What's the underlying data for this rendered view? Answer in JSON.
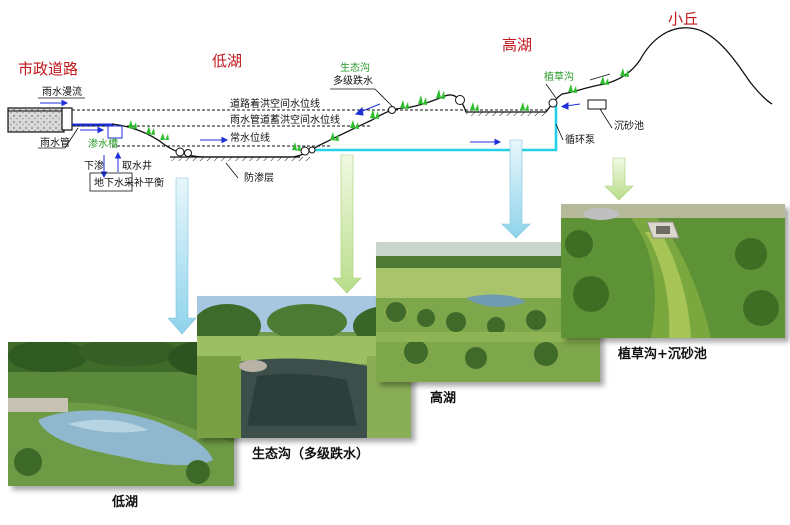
{
  "diagram": {
    "section_titles": {
      "municipal_road": "市政道路",
      "low_lake": "低湖",
      "high_lake": "高湖",
      "small_hill": "小丘"
    },
    "labels": {
      "rain_overflow": "雨水漫流",
      "rain_pipe": "雨水管",
      "infiltration_trench": "渗水槽",
      "downseep": "下渗",
      "water_well": "取水井",
      "groundwater_balance": "地下水采补平衡",
      "ecological_ditch": "生态沟",
      "multistage_drop": "多级跌水",
      "level_road_flood": "道路着洪空间水位线",
      "level_pipe_flood": "雨水管道蓄洪空间水位线",
      "level_normal": "常水位线",
      "waterproof_layer": "防渗层",
      "vegetated_swale": "植草沟",
      "circulation_pump": "循环泵",
      "sediment_basin": "沉砂池"
    }
  },
  "photos": [
    {
      "caption": "低湖"
    },
    {
      "caption": "生态沟（多级跌水）"
    },
    {
      "caption": "高湖"
    },
    {
      "caption": "植草沟+沉砂池"
    }
  ]
}
